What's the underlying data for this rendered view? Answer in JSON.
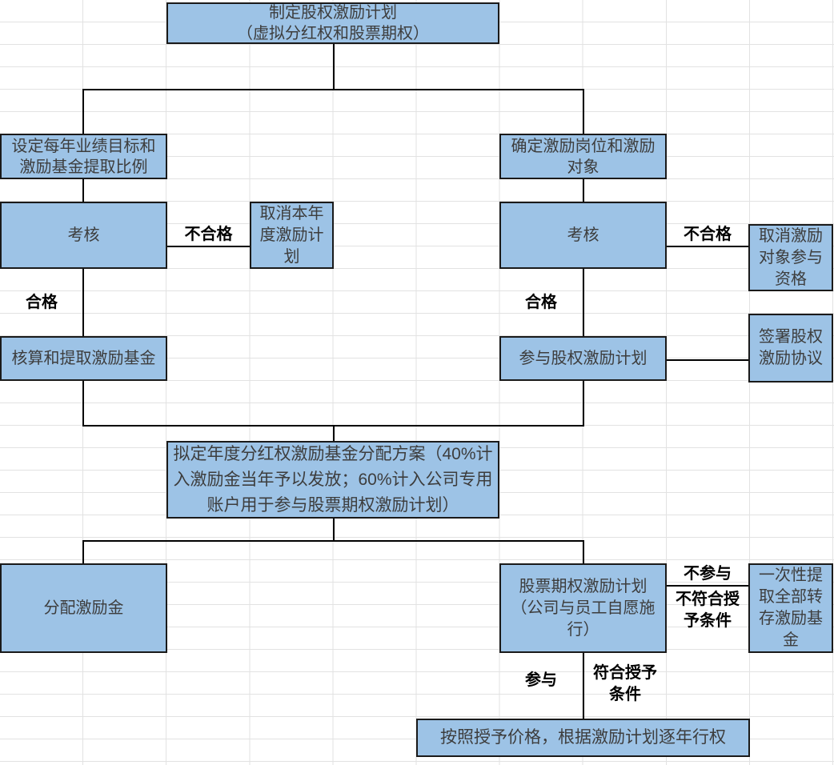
{
  "colors": {
    "node_fill": "#9dc3e6",
    "node_border": "#1a1a1a",
    "node_text": "#3d3d3d",
    "label_text": "#000000",
    "connector": "#000000",
    "gridline": "#e2e2e2"
  },
  "nodes": {
    "plan": {
      "lines": [
        "制定股权激励计划",
        "（虚拟分红权和股票期权）"
      ]
    },
    "set_targets": {
      "lines": [
        "设定每年业绩目标和",
        "激励基金提取比例"
      ]
    },
    "define_positions": {
      "lines": [
        "确定激励岗位和激励",
        "对象"
      ]
    },
    "assess_left": {
      "lines": [
        "考核"
      ]
    },
    "cancel_year_plan": {
      "lines": [
        "取消本年",
        "度激励计",
        "划"
      ]
    },
    "calc_fund": {
      "lines": [
        "核算和提取激励基金"
      ]
    },
    "assess_right": {
      "lines": [
        "考核"
      ]
    },
    "cancel_qualification": {
      "lines": [
        "取消激励",
        "对象参与",
        "资格"
      ]
    },
    "join_equity_plan": {
      "lines": [
        "参与股权激励计划"
      ]
    },
    "sign_agreement": {
      "lines": [
        "签署股权",
        "激励协议"
      ]
    },
    "allocation_scheme": {
      "lines": [
        "拟定年度分红权激励基金分配方案（40%计",
        "入激励金当年予以发放；60%计入公司专用",
        "账户用于参与股票期权激励计划）"
      ]
    },
    "distribute_bonus": {
      "lines": [
        "分配激励金"
      ]
    },
    "stock_option_plan": {
      "lines": [
        "股票期权激励计划",
        "（公司与员工自愿施",
        "行）"
      ]
    },
    "one_time_withdraw": {
      "lines": [
        "一次性提",
        "取全部转",
        "存激励基",
        "金"
      ]
    },
    "exercise": {
      "lines": [
        "按照授予价格，根据激励计划逐年行权"
      ]
    }
  },
  "labels": {
    "fail_left": "不合格",
    "pass_left": "合格",
    "fail_right": "不合格",
    "pass_right": "合格",
    "no_join": "不参与",
    "not_qualified": {
      "lines": [
        "不符合授",
        "予条件"
      ]
    },
    "join": "参与",
    "qualified": {
      "lines": [
        "符合授予",
        "条件"
      ]
    }
  }
}
